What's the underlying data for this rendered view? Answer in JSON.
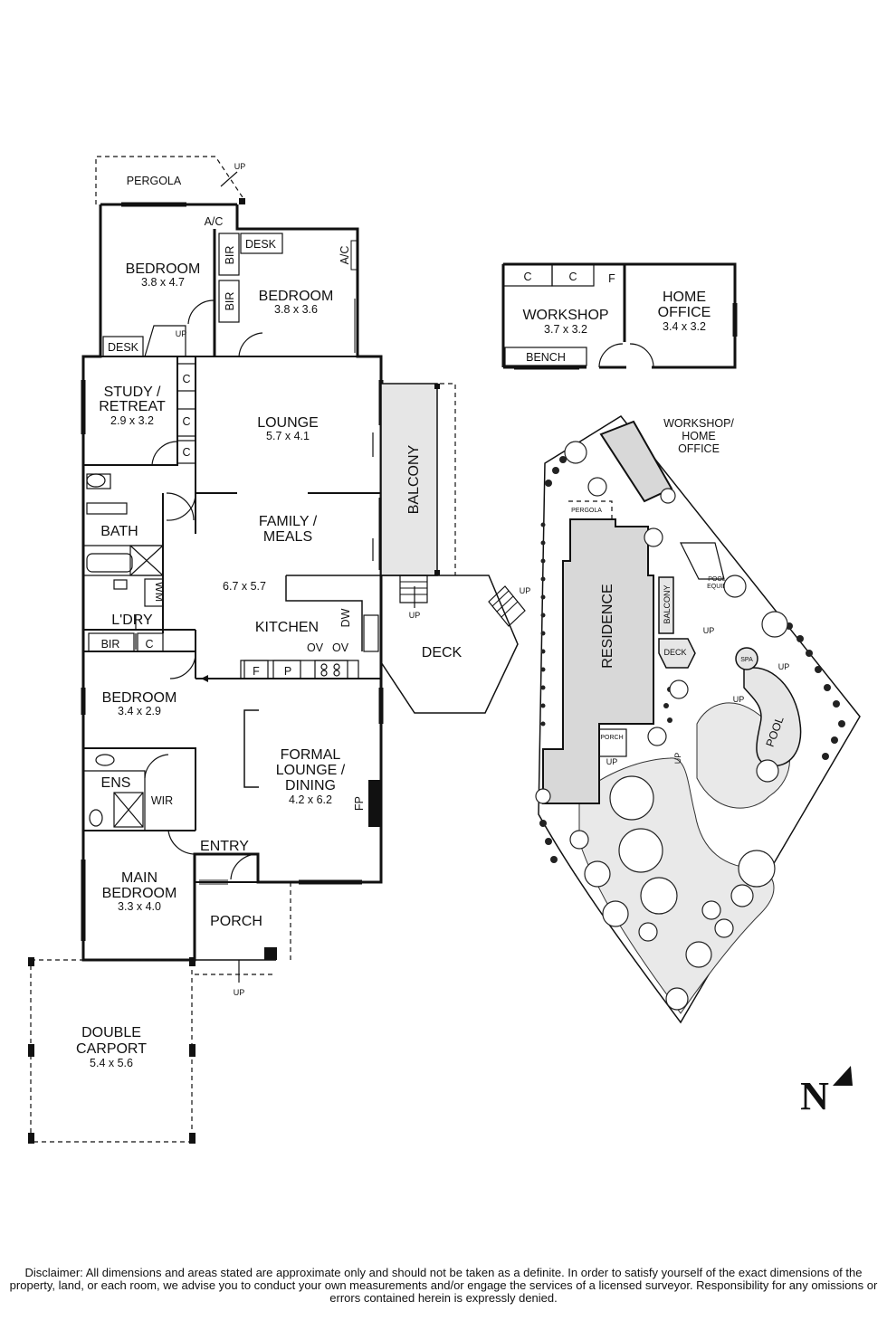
{
  "main_plan": {
    "pergola": "PERGOLA",
    "up": "UP",
    "ac": "A/C",
    "bir": "BIR",
    "desk": "DESK",
    "c": "C",
    "wm": "WM",
    "dw": "DW",
    "ov": "OV",
    "f": "F",
    "p": "P",
    "fp": "FP",
    "wir": "WIR",
    "rooms": {
      "bedroom2": {
        "name": "BEDROOM",
        "dim": "3.8 x 4.7"
      },
      "bedroom3": {
        "name": "BEDROOM",
        "dim": "3.8 x 3.6"
      },
      "study": {
        "name1": "STUDY /",
        "name2": "RETREAT",
        "dim": "2.9 x 3.2"
      },
      "lounge": {
        "name": "LOUNGE",
        "dim": "5.7 x 4.1"
      },
      "family": {
        "name1": "FAMILY /",
        "name2": "MEALS",
        "dim": "6.7 x 5.7"
      },
      "bath": {
        "name": "BATH"
      },
      "laundry": {
        "name": "L'DRY"
      },
      "kitchen": {
        "name": "KITCHEN"
      },
      "balcony": {
        "name": "BALCONY"
      },
      "deck": {
        "name": "DECK"
      },
      "bedroom4": {
        "name": "BEDROOM",
        "dim": "3.4 x 2.9"
      },
      "ensuite": {
        "name": "ENS"
      },
      "formal": {
        "name1": "FORMAL",
        "name2": "LOUNGE /",
        "name3": "DINING",
        "dim": "4.2 x 6.2"
      },
      "entry": {
        "name": "ENTRY"
      },
      "main_bedroom": {
        "name1": "MAIN",
        "name2": "BEDROOM",
        "dim": "3.3 x 4.0"
      },
      "porch": {
        "name": "PORCH"
      },
      "carport": {
        "name1": "DOUBLE",
        "name2": "CARPORT",
        "dim": "5.4 x 5.6"
      }
    }
  },
  "outbuilding": {
    "c": "C",
    "f": "F",
    "workshop": {
      "name": "WORKSHOP",
      "dim": "3.7 x 3.2"
    },
    "home_office": {
      "name1": "HOME",
      "name2": "OFFICE",
      "dim": "3.4 x 3.2"
    },
    "bench": "BENCH"
  },
  "site_plan": {
    "workshop_label1": "WORKSHOP/",
    "workshop_label2": "HOME",
    "workshop_label3": "OFFICE",
    "pergola": "PERGOLA",
    "residence": "RESIDENCE",
    "balcony": "BALCONY",
    "deck": "DECK",
    "porch": "PORCH",
    "pool_equip1": "POOL",
    "pool_equip2": "EQUIP",
    "spa": "SPA",
    "pool": "POOL",
    "up": "UP"
  },
  "compass": {
    "letter": "N"
  },
  "disclaimer": "Disclaimer: All dimensions and areas stated are approximate only and should not be taken as a definite. In order to satisfy yourself of the exact dimensions of the property, land, or each room, we advise you to conduct your own measurements and/or engage the services of a licensed surveyor. Responsibility for any omissions or errors contained herein is expressly denied."
}
